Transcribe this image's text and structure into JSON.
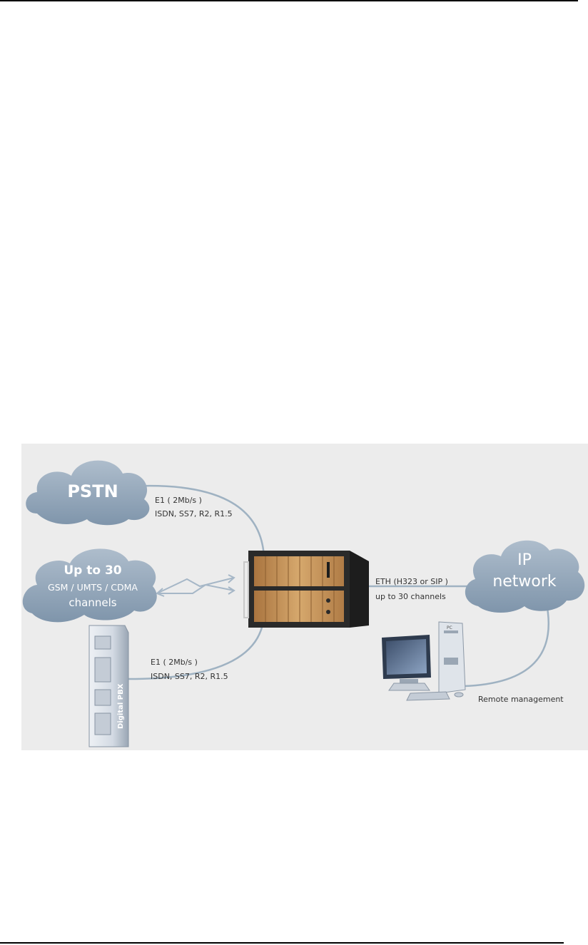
{
  "diagram": {
    "pstn_label": "PSTN",
    "mobile_label_line1": "Up to 30",
    "mobile_label_line2": "GSM / UMTS / CDMA",
    "mobile_label_line3": "channels",
    "ip_label_line1": "IP",
    "ip_label_line2": "network",
    "pstn_link_line1": "E1 ( 2Mb/s )",
    "pstn_link_line2": "ISDN, SS7, R2, R1.5",
    "pbx_link_line1": "E1 ( 2Mb/s )",
    "pbx_link_line2": "ISDN, SS7, R2, R1.5",
    "eth_link_line1": "ETH (H323 or SIP )",
    "eth_link_line2": "up to 30 channels",
    "pbx_label": "Digital PBX",
    "pc_label": "PC",
    "remote_label": "Remote management"
  },
  "colors": {
    "background": "#ececec",
    "cloud": "#8fa3b8",
    "cloud_text": "#ffffff",
    "line": "#9fb2c2",
    "label_text": "#333333",
    "rack_panel": "#c9955a",
    "rack_frame": "#1d1d1d"
  }
}
